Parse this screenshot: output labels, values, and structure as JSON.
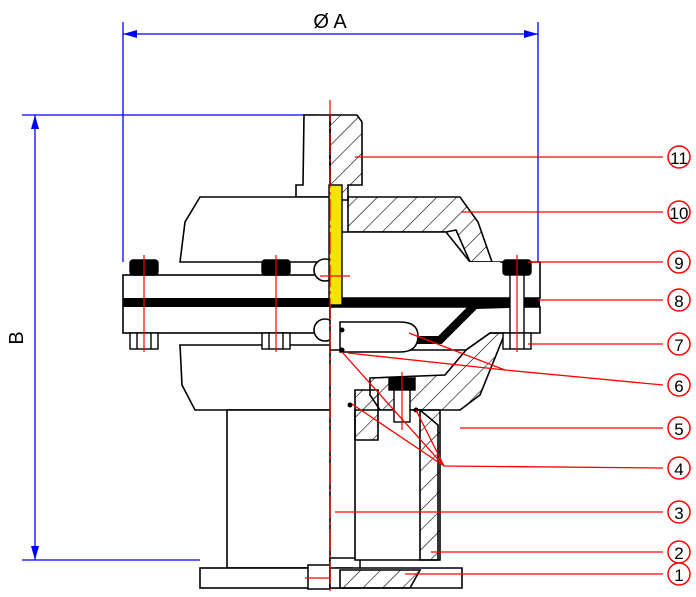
{
  "dimensions": {
    "diameter_label": "Ø A",
    "height_label": "B"
  },
  "callouts": [
    {
      "number": "1"
    },
    {
      "number": "2"
    },
    {
      "number": "3"
    },
    {
      "number": "4"
    },
    {
      "number": "5"
    },
    {
      "number": "6"
    },
    {
      "number": "7"
    },
    {
      "number": "8"
    },
    {
      "number": "9"
    },
    {
      "number": "10"
    },
    {
      "number": "11"
    }
  ],
  "colors": {
    "dimension_lines": "#0000ff",
    "leader_lines": "#ff0000",
    "outline": "#000000",
    "yellow_part": "#f5e400"
  }
}
